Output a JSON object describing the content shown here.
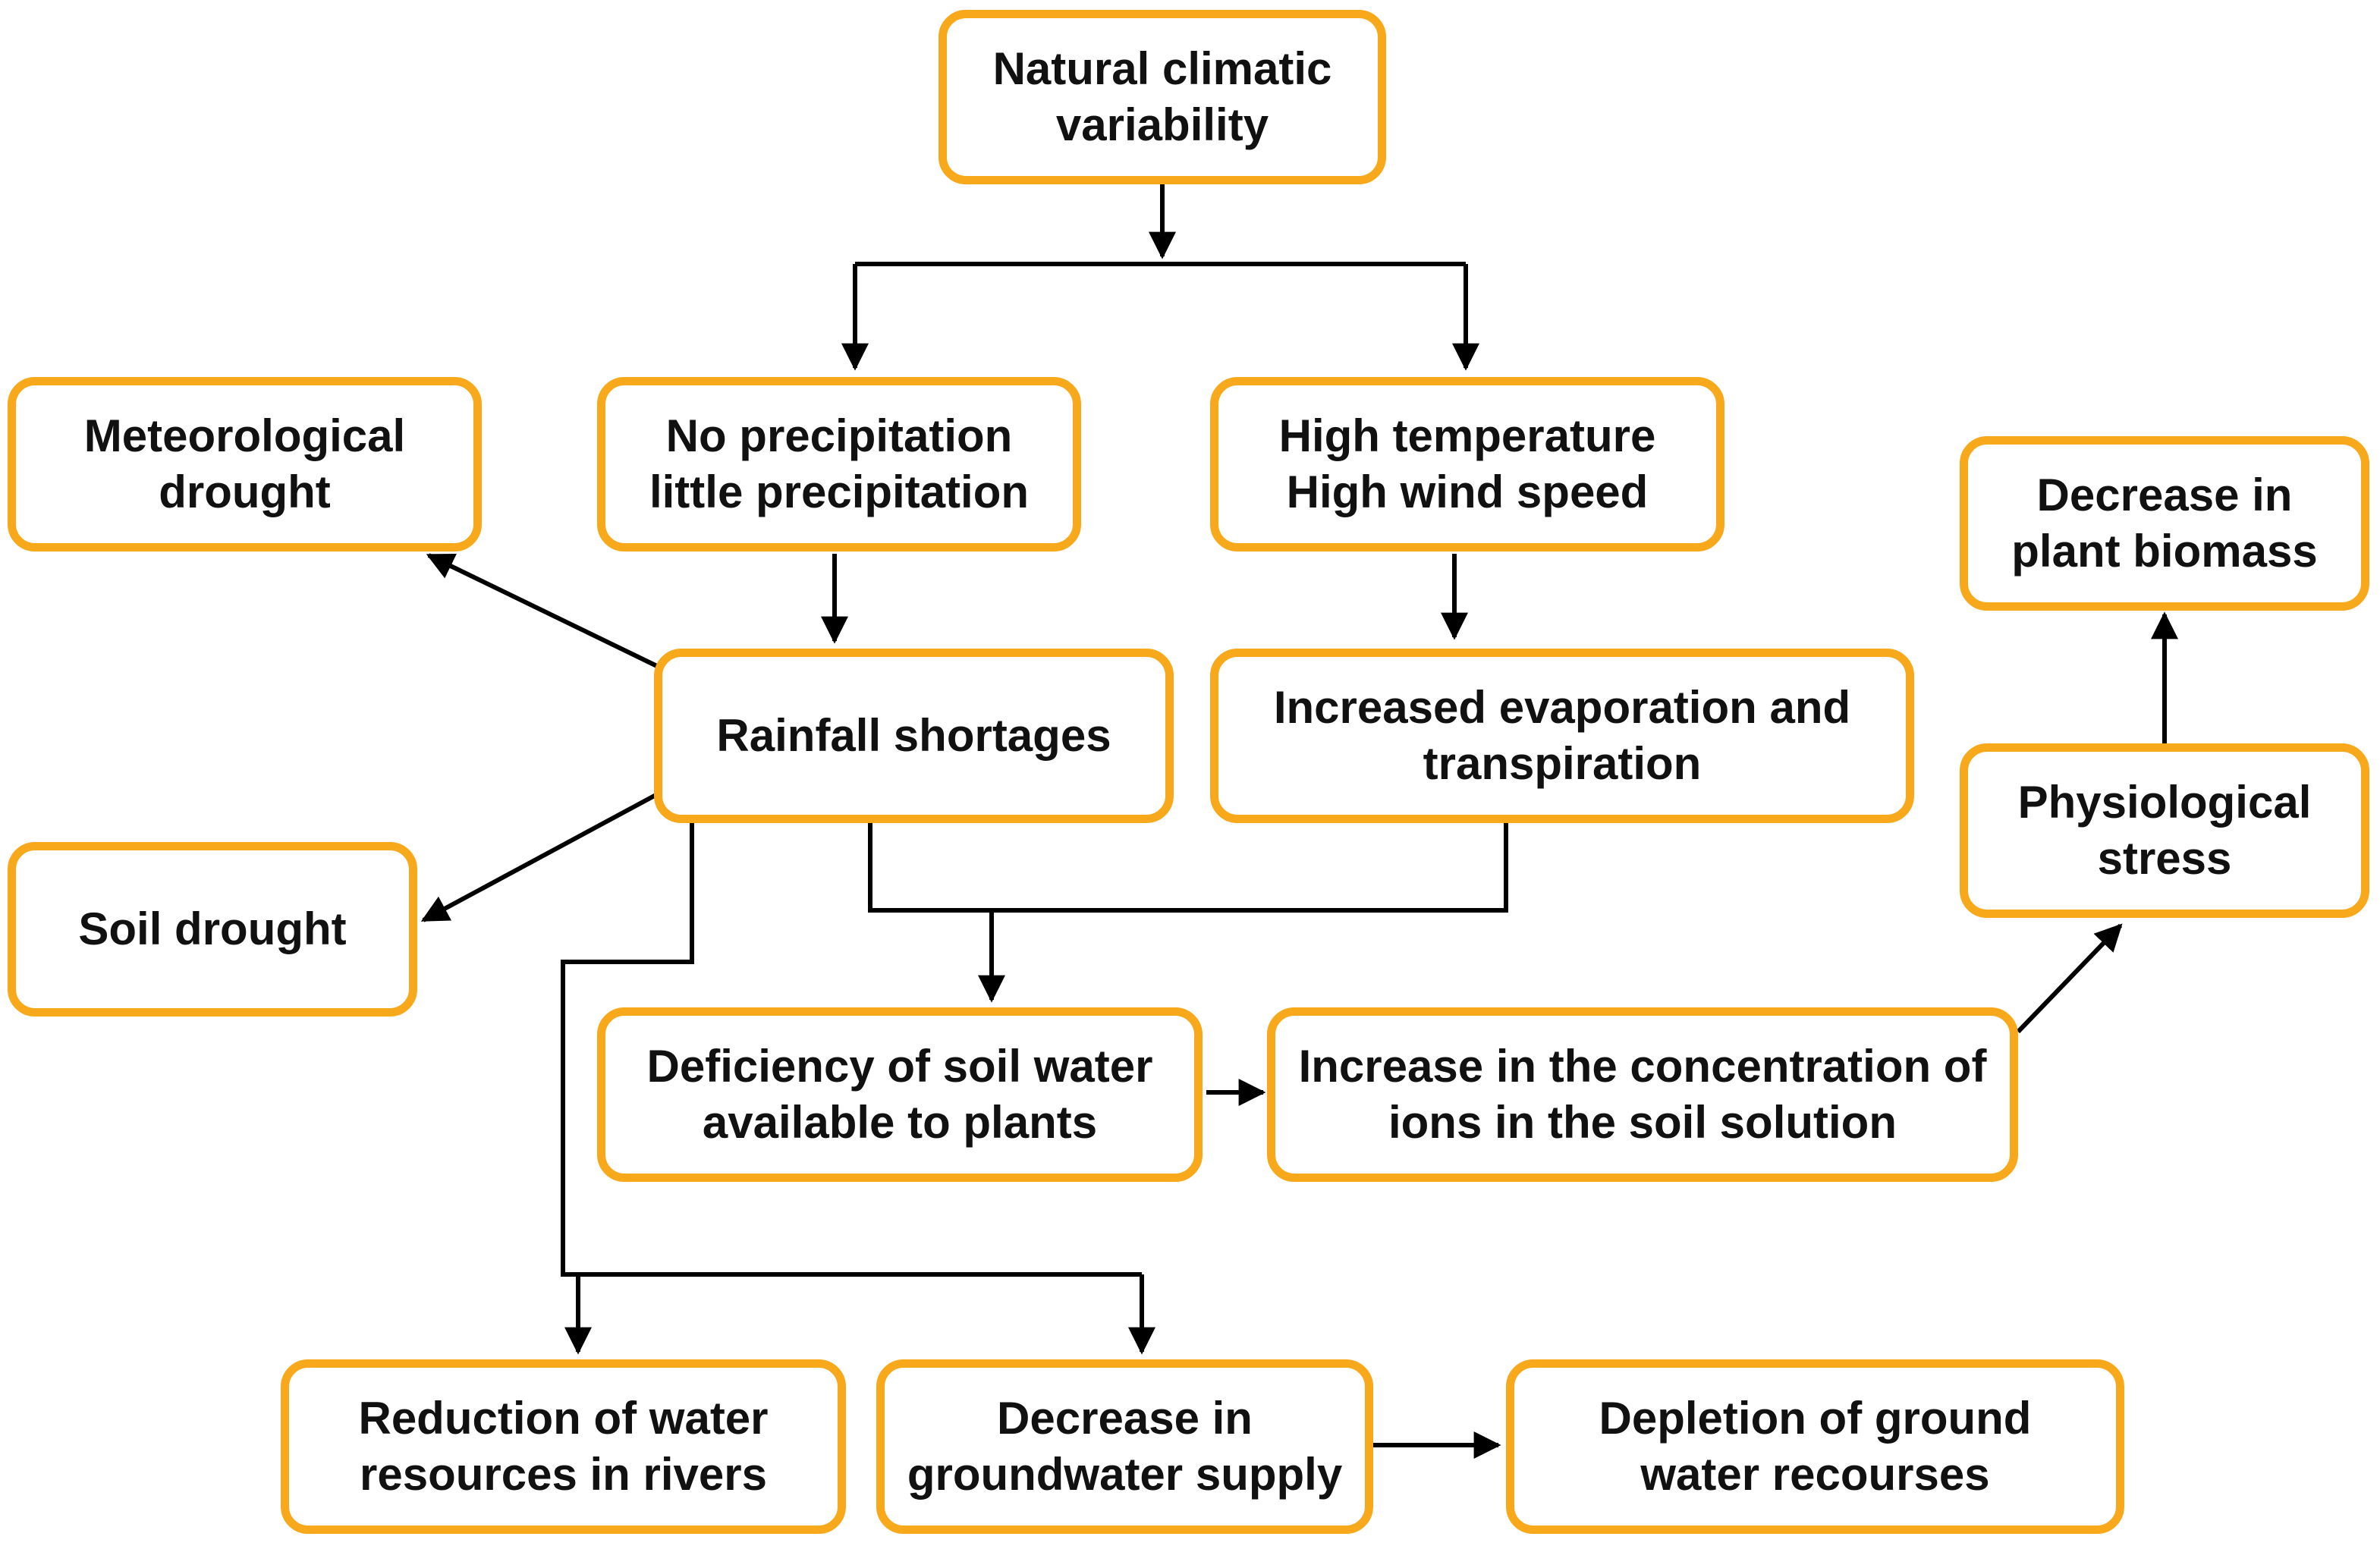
{
  "diagram": {
    "type": "flowchart",
    "accent_color": "#f7a81b",
    "line_color": "#000000",
    "nodes": {
      "natural_climatic_variability": "Natural climatic\nvariability",
      "no_precipitation": "No precipitation\nlittle precipitation",
      "high_temperature": "High temperature\nHigh wind speed",
      "meteorological_drought": "Meteorological\ndrought",
      "rainfall_shortages": "Rainfall shortages",
      "increased_evaporation": "Increased evaporation and\ntranspiration",
      "decrease_plant_biomass": "Decrease in\nplant biomass",
      "physiological_stress": "Physiological\nstress",
      "soil_drought": "Soil drought",
      "deficiency_soil_water": "Deficiency of soil water\navailable to plants",
      "increase_ion_concentration": "Increase in the concentration of\nions in the soil solution",
      "reduction_water_rivers": "Reduction of water\nresources in rivers",
      "decrease_groundwater": "Decrease in\ngroundwater supply",
      "depletion_ground_water": "Depletion of ground\nwater recourses"
    },
    "edges": [
      {
        "from": "natural_climatic_variability",
        "to": "no_precipitation"
      },
      {
        "from": "natural_climatic_variability",
        "to": "high_temperature"
      },
      {
        "from": "no_precipitation",
        "to": "rainfall_shortages"
      },
      {
        "from": "high_temperature",
        "to": "increased_evaporation"
      },
      {
        "from": "rainfall_shortages",
        "to": "meteorological_drought"
      },
      {
        "from": "rainfall_shortages",
        "to": "soil_drought"
      },
      {
        "from": "rainfall_shortages",
        "to": "deficiency_soil_water"
      },
      {
        "from": "increased_evaporation",
        "to": "deficiency_soil_water"
      },
      {
        "from": "rainfall_shortages",
        "to": "reduction_water_rivers"
      },
      {
        "from": "rainfall_shortages",
        "to": "decrease_groundwater"
      },
      {
        "from": "deficiency_soil_water",
        "to": "increase_ion_concentration"
      },
      {
        "from": "increase_ion_concentration",
        "to": "physiological_stress"
      },
      {
        "from": "physiological_stress",
        "to": "decrease_plant_biomass"
      },
      {
        "from": "decrease_groundwater",
        "to": "depletion_ground_water"
      }
    ]
  }
}
